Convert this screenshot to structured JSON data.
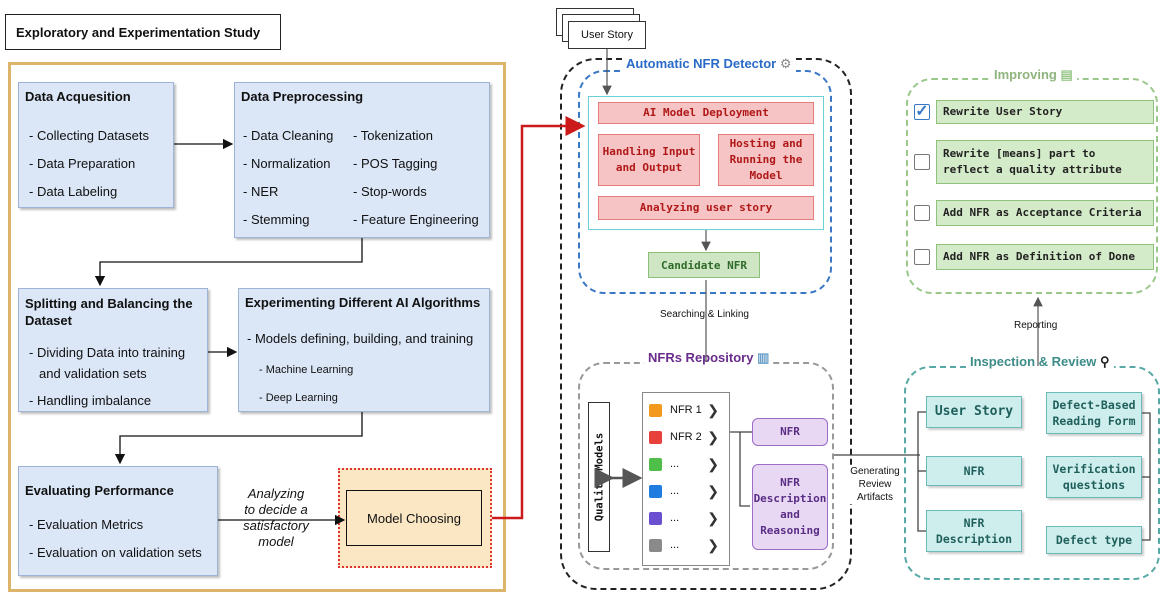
{
  "study": {
    "title": "Exploratory and Experimentation Study",
    "acquisition": {
      "heading": "Data Acquesition",
      "items": [
        "Collecting Datasets",
        "Data Preparation",
        "Data Labeling"
      ]
    },
    "preprocessing": {
      "heading": "Data Preprocessing",
      "col1": [
        "Data Cleaning",
        "Normalization",
        "NER",
        "Stemming"
      ],
      "col2": [
        "Tokenization",
        "POS Tagging",
        "Stop-words",
        "Feature Engineering"
      ]
    },
    "splitting": {
      "heading_line1": "Splitting and Balancing the",
      "heading_line2": "Dataset",
      "items": [
        "Dividing Data into training",
        "and validation sets",
        "Handling imbalance"
      ]
    },
    "experimenting": {
      "heading": "Experimenting Different AI Algorithms",
      "items": [
        "Models defining, building, and training",
        "Machine Learning",
        "Deep Learning"
      ]
    },
    "evaluating": {
      "heading": "Evaluating Performance",
      "items": [
        "Evaluation Metrics",
        "Evaluation on validation sets"
      ]
    },
    "analyzing_label": [
      "Analyzing",
      "to decide a",
      "satisfactory",
      "model"
    ],
    "model_choosing": "Model Choosing"
  },
  "detector": {
    "user_story": "User Story",
    "title": "Automatic NFR Detector",
    "deployment": "AI Model Deployment",
    "handling": [
      "Handling Input",
      "and Output"
    ],
    "hosting": [
      "Hosting and",
      "Running the",
      "Model"
    ],
    "analyzing": "Analyzing user story",
    "candidate": "Candidate NFR",
    "searching": "Searching & Linking"
  },
  "repository": {
    "title": "NFRs Repository",
    "quality_models": "Quality Models",
    "rows": [
      {
        "label": "NFR 1",
        "color": "#f39a1e"
      },
      {
        "label": "NFR 2",
        "color": "#e8413b"
      },
      {
        "label": "...",
        "color": "#4fbf4a"
      },
      {
        "label": "...",
        "color": "#1f7de0"
      },
      {
        "label": "...",
        "color": "#6a4fd0"
      },
      {
        "label": "...",
        "color": "#8a8a8a"
      }
    ],
    "nfr": "NFR",
    "desc": [
      "NFR",
      "Description",
      "and",
      "Reasoning"
    ]
  },
  "generating": [
    "Generating",
    "Review",
    "Artifacts"
  ],
  "improving": {
    "title": "Improving",
    "items": [
      {
        "text": [
          "Rewrite User Story"
        ],
        "checked": true
      },
      {
        "text": [
          "Rewrite [means] part to",
          "reflect a quality attribute"
        ],
        "checked": false
      },
      {
        "text": [
          "Add NFR as Acceptance Criteria"
        ],
        "checked": false
      },
      {
        "text": [
          "Add NFR as Definition of Done"
        ],
        "checked": false
      }
    ]
  },
  "reporting": "Reporting",
  "inspection": {
    "title": "Inspection & Review",
    "left": [
      [
        "User Story"
      ],
      [
        "NFR"
      ],
      [
        "NFR",
        "Description"
      ]
    ],
    "right": [
      [
        "Defect-Based",
        "Reading Form"
      ],
      [
        "Verification",
        "questions"
      ],
      [
        "Defect type"
      ]
    ]
  }
}
